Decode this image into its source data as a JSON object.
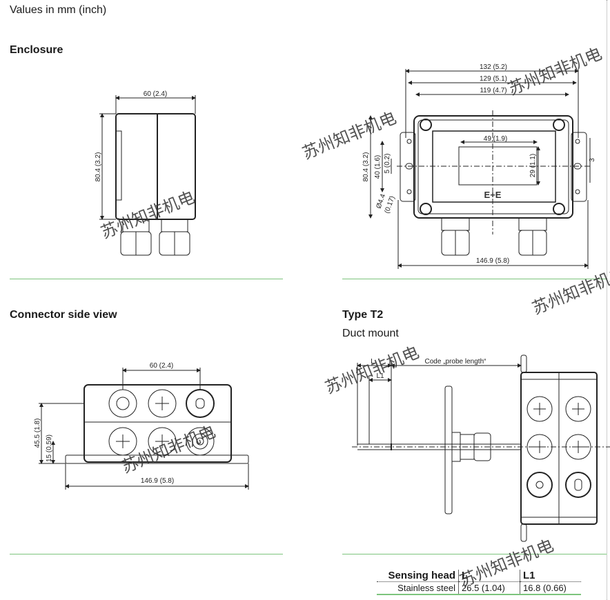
{
  "header": {
    "units_note": "Values in mm (inch)"
  },
  "sections": {
    "enclosure": {
      "title": "Enclosure",
      "side": {
        "width": "60 (2.4)",
        "height": "80.4 (3.2)"
      },
      "front": {
        "w132": "132 (5.2)",
        "w129": "129 (5.1)",
        "w119": "119 (4.7)",
        "display_w": "49 (1.9)",
        "display_h": "29 (1.1)",
        "h80": "80.4 (3.2)",
        "h40": "40 (1.6)",
        "h5": "5 (0.2)",
        "hole": "Ø4.4",
        "hole_in": "(0.17)",
        "slot": "3",
        "total": "146.9 (5.8)",
        "logo": "E+E"
      }
    },
    "connector": {
      "title": "Connector side view",
      "spacing": "60 (2.4)",
      "total": "146.9 (5.8)",
      "h45": "45.5 (1.8)",
      "h15": "15 (0.59)"
    },
    "type_t2": {
      "title": "Type T2",
      "subtitle": "Duct mount",
      "L": "L",
      "L1": "L1",
      "probe": "Code „probe length“"
    }
  },
  "table": {
    "headers": [
      "Sensing head",
      "L",
      "L1"
    ],
    "rows": [
      [
        "Stainless steel",
        "26.5 (1.04)",
        "16.8 (0.66)"
      ]
    ]
  },
  "watermark": "苏州知非机电",
  "colors": {
    "divider": "#7cc47c"
  }
}
